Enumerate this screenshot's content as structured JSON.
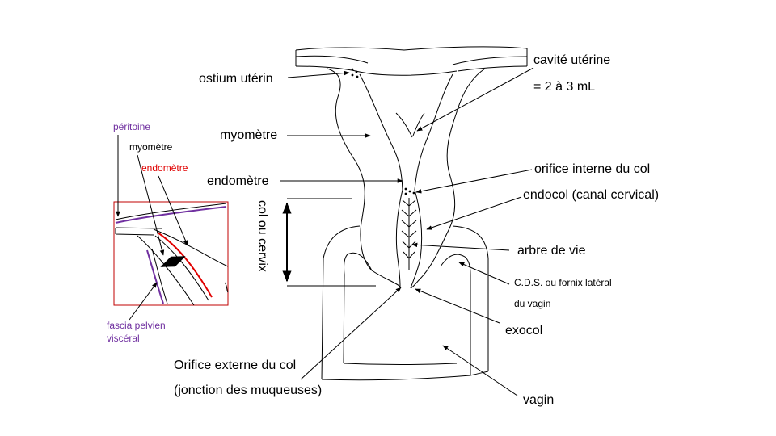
{
  "labels": {
    "ostium": "ostium utérin",
    "myometre": "myomètre",
    "endometre": "endomètre",
    "col_ou_cervix": "col ou cervix",
    "cavite_line1": "cavité utérine",
    "cavite_line2": "= 2 à 3 mL",
    "orifice_interne": "orifice interne du col",
    "endocol": "endocol (canal cervical)",
    "arbre_de_vie": "arbre de vie",
    "cds_line1": "C.D.S. ou fornix latéral",
    "cds_line2": "du vagin",
    "exocol": "exocol",
    "vagin": "vagin",
    "orifice_externe_line1": "Orifice externe du col",
    "orifice_externe_line2": "(jonction des muqueuses)"
  },
  "inset": {
    "peritoine": "péritoine",
    "myometre": "myomètre",
    "endometre": "endomètre",
    "fascia_line1": "fascia pelvien",
    "fascia_line2": "viscéral"
  },
  "colors": {
    "purple": "#7030a0",
    "red": "#e00000",
    "inset_border": "#c00000"
  }
}
